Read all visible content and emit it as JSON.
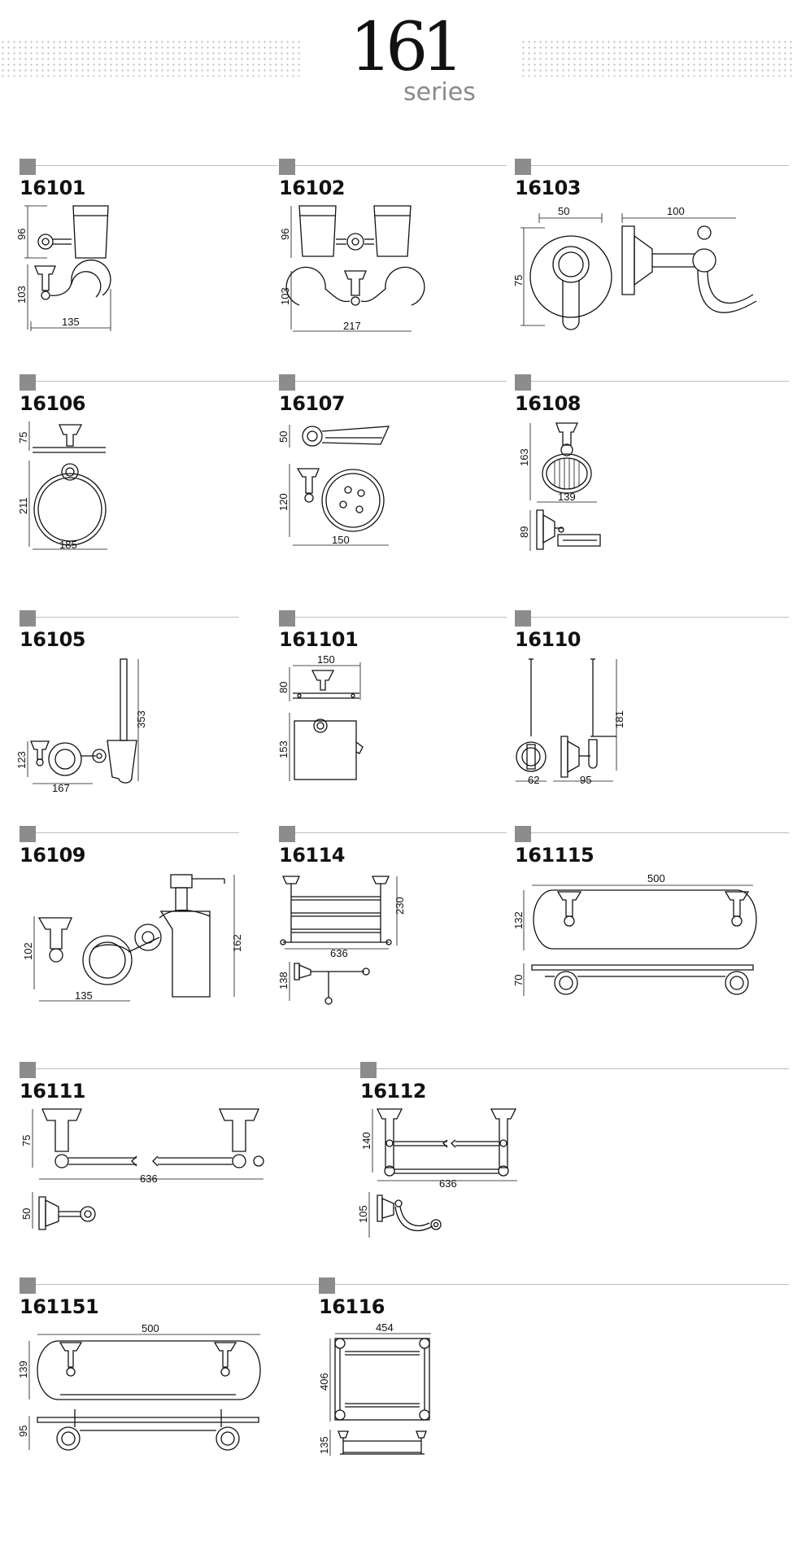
{
  "header": {
    "number": "161",
    "subtitle": "series"
  },
  "products": {
    "p16101": {
      "code": "16101",
      "dims": [
        "96",
        "103",
        "135"
      ]
    },
    "p16102": {
      "code": "16102",
      "dims": [
        "96",
        "103",
        "217"
      ]
    },
    "p16103": {
      "code": "16103",
      "dims": [
        "50",
        "75",
        "100"
      ]
    },
    "p16106": {
      "code": "16106",
      "dims": [
        "75",
        "211",
        "185"
      ]
    },
    "p16107": {
      "code": "16107",
      "dims": [
        "50",
        "120",
        "150"
      ]
    },
    "p16108": {
      "code": "16108",
      "dims": [
        "163",
        "139",
        "89"
      ]
    },
    "p16105": {
      "code": "16105",
      "dims": [
        "353",
        "123",
        "167"
      ]
    },
    "p161101": {
      "code": "161101",
      "dims": [
        "150",
        "80",
        "153"
      ]
    },
    "p16110": {
      "code": "16110",
      "dims": [
        "181",
        "62",
        "95"
      ]
    },
    "p16109": {
      "code": "16109",
      "dims": [
        "102",
        "135",
        "162"
      ]
    },
    "p16114": {
      "code": "16114",
      "dims": [
        "230",
        "636",
        "138"
      ]
    },
    "p161115": {
      "code": "161115",
      "dims": [
        "500",
        "132",
        "70"
      ]
    },
    "p16111": {
      "code": "16111",
      "dims": [
        "75",
        "636",
        "50"
      ]
    },
    "p16112": {
      "code": "16112",
      "dims": [
        "140",
        "636",
        "105"
      ]
    },
    "p161151": {
      "code": "161151",
      "dims": [
        "500",
        "139",
        "95"
      ]
    },
    "p16116": {
      "code": "16116",
      "dims": [
        "454",
        "406",
        "135"
      ]
    }
  }
}
